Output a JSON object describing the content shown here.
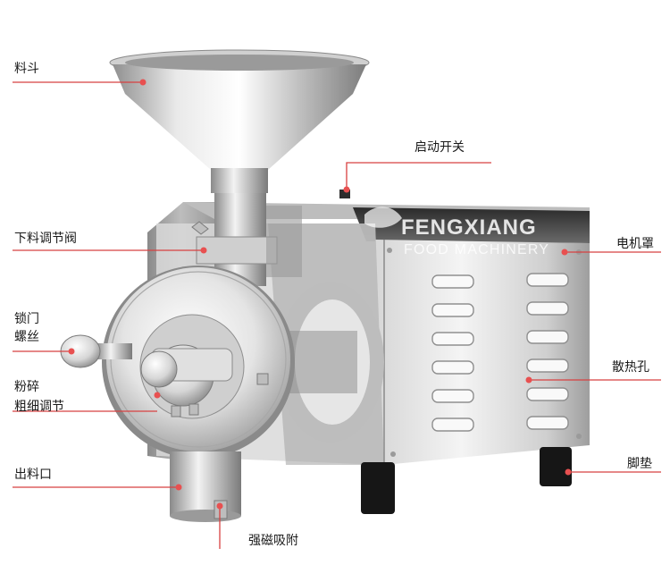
{
  "labels": {
    "hopper": "料斗",
    "start_switch": "启动开关",
    "feed_valve": "下料调节阀",
    "motor_cover": "电机罩",
    "lock_screw_1": "锁门",
    "lock_screw_2": "螺丝",
    "vent_holes": "散热孔",
    "fineness_1": "粉碎",
    "fineness_2": "粗细调节",
    "outlet": "出料口",
    "feet": "脚垫",
    "magnet": "强磁吸附"
  },
  "watermark": {
    "line1": "FENGXIANG",
    "line2": "FOOD MACHINERY"
  },
  "colors": {
    "leader_line": "#d84040",
    "leader_dot": "#e85050",
    "label_text": "#1a1a1a",
    "steel_light": "#f2f2f2",
    "steel_mid": "#c8c8c8",
    "steel_dark": "#8a8a8a",
    "foot_black": "#161616"
  }
}
